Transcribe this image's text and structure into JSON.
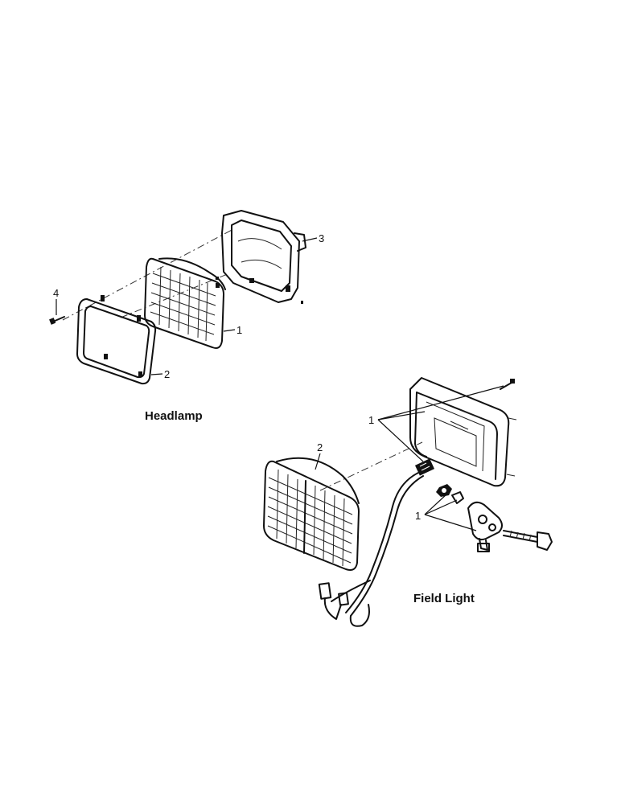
{
  "headlamp": {
    "title": "Headlamp",
    "callouts": {
      "lamp": "1",
      "bezel": "2",
      "housing": "3",
      "screw": "4"
    }
  },
  "field_light": {
    "title": "Field Light",
    "callouts": {
      "housing_hardware": "1",
      "mount_hardware": "1",
      "lamp": "2"
    }
  }
}
